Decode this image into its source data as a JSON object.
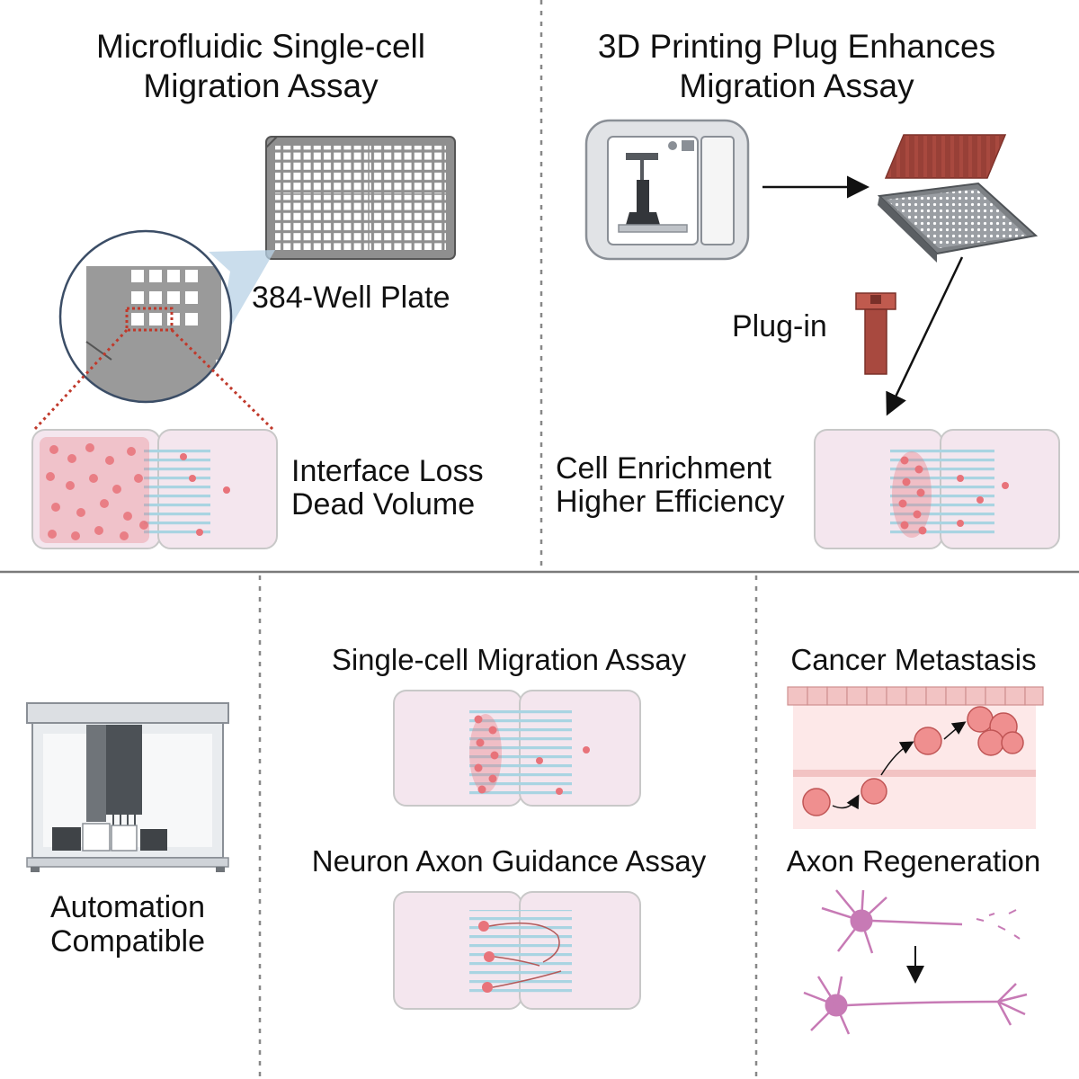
{
  "panels": {
    "top_left": {
      "title_line1": "Microfluidic Single-cell",
      "title_line2": "Migration Assay",
      "plate_label": "384-Well Plate",
      "problem_line1": "Interface Loss",
      "problem_line2": "Dead Volume"
    },
    "top_right": {
      "title_line1": "3D Printing Plug Enhances",
      "title_line2": "Migration Assay",
      "plug_label": "Plug-in",
      "result_line1": "Cell Enrichment",
      "result_line2": "Higher Efficiency"
    },
    "bottom_left": {
      "label_line1": "Automation",
      "label_line2": "Compatible"
    },
    "bottom_middle": {
      "assay1_title": "Single-cell Migration Assay",
      "assay2_title": "Neuron Axon Guidance Assay"
    },
    "bottom_right": {
      "app1_title": "Cancer Metastasis",
      "app2_title": "Axon Regeneration"
    }
  },
  "colors": {
    "cell": "#e8737a",
    "chamber_fill": "#f4e6ee",
    "channel": "#a9d4e2",
    "plug": "#a8493f",
    "neuron": "#c77ab5",
    "divider": "#888888"
  }
}
